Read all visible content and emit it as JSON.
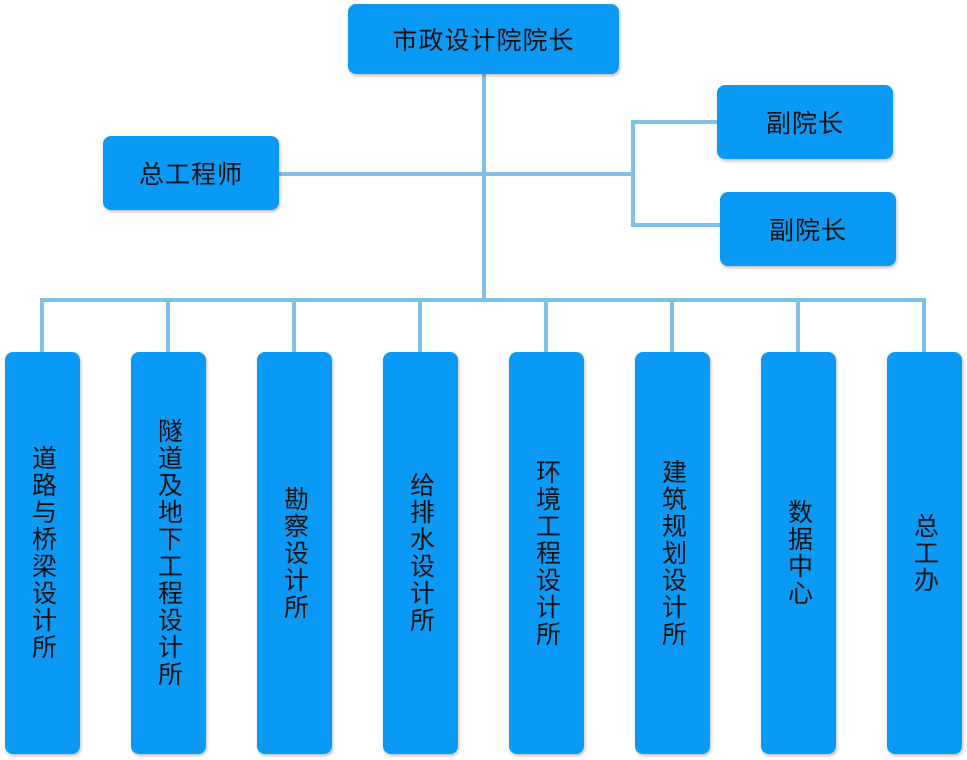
{
  "colors": {
    "box": "#0a9af5",
    "line": "#7fc2e6"
  },
  "top": {
    "label": "市政设计院院长"
  },
  "chief_engineer": {
    "label": "总工程师"
  },
  "vice_presidents": [
    {
      "label": "副院长"
    },
    {
      "label": "副院长"
    }
  ],
  "departments": [
    {
      "label": "道路与桥梁设计所"
    },
    {
      "label": "隧道及地下工程设计所"
    },
    {
      "label": "勘察设计所"
    },
    {
      "label": "给排水设计所"
    },
    {
      "label": "环境工程设计所"
    },
    {
      "label": "建筑规划设计所"
    },
    {
      "label": "数据中心"
    },
    {
      "label": "总工办"
    }
  ]
}
